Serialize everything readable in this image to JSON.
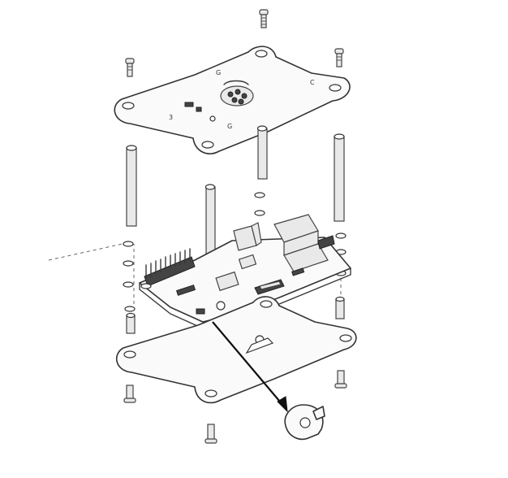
{
  "figure": {
    "background": "#ffffff",
    "line_color": "#333333",
    "logo": "raspberry-pi-logo",
    "parts": [
      "top-plate",
      "bottom-plate",
      "circuit-board",
      "standoff",
      "screw",
      "spacer-washer",
      "detail-clip"
    ],
    "top_plate_markings": [
      "G",
      "C",
      "3",
      "G"
    ]
  }
}
